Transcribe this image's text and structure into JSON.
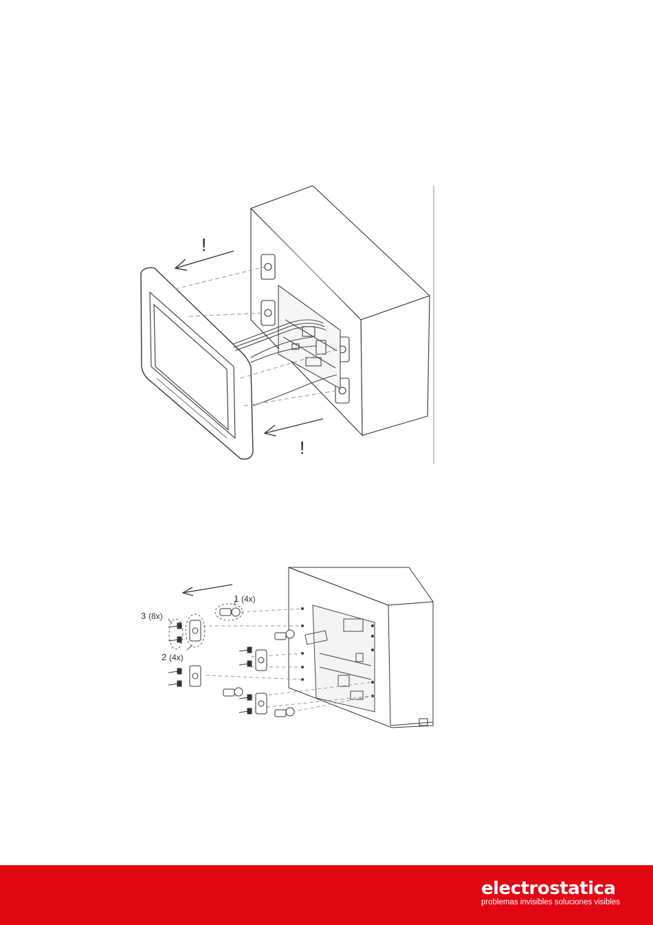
{
  "figures": {
    "top": {
      "warning_top": "!",
      "warning_bottom": "!",
      "icon": "arrow-left-icon"
    },
    "bottom": {
      "callout_1": "1",
      "callout_1_qty": "(4x)",
      "callout_2": "2",
      "callout_2_qty": "(4x)",
      "callout_3": "3",
      "callout_3_qty": "(8x)",
      "icon": "arrow-left-icon"
    }
  },
  "footer": {
    "brand_name": "electrostatica",
    "tagline": "problemas invisibles soluciones visibles",
    "background_color": "#e30613",
    "text_color": "#ffffff"
  }
}
